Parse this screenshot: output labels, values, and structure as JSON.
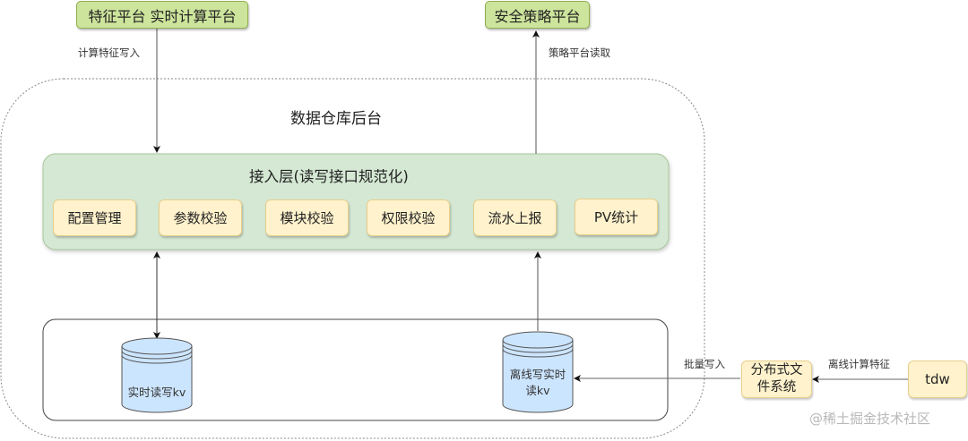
{
  "diagram": {
    "top_nodes": {
      "feature_platform": "特征平台 实时计算平台",
      "security_platform": "安全策略平台"
    },
    "edge_labels": {
      "compute_write": "计算特征写入",
      "strategy_read": "策略平台读取",
      "batch_write": "批量写入",
      "offline_compute": "离线计算特征"
    },
    "container_title": "数据仓库后台",
    "access_layer": {
      "title": "接入层(读写接口规范化)",
      "modules": [
        "配置管理",
        "参数校验",
        "模块校验",
        "权限校验",
        "流水上报",
        "PV统计"
      ]
    },
    "storage": {
      "realtime_kv": "实时读写kv",
      "offline_kv_line1": "离线写实时",
      "offline_kv_line2": "读kv"
    },
    "external": {
      "dfs_line1": "分布式文",
      "dfs_line2": "件系统",
      "tdw": "tdw"
    },
    "watermark": "@稀土掘金技术社区",
    "colors": {
      "top_node_fill": "#cde49c",
      "access_layer_fill": "#d5e8d4",
      "module_fill": "#fff2cc",
      "cylinder_fill": "#cce5ff"
    }
  }
}
